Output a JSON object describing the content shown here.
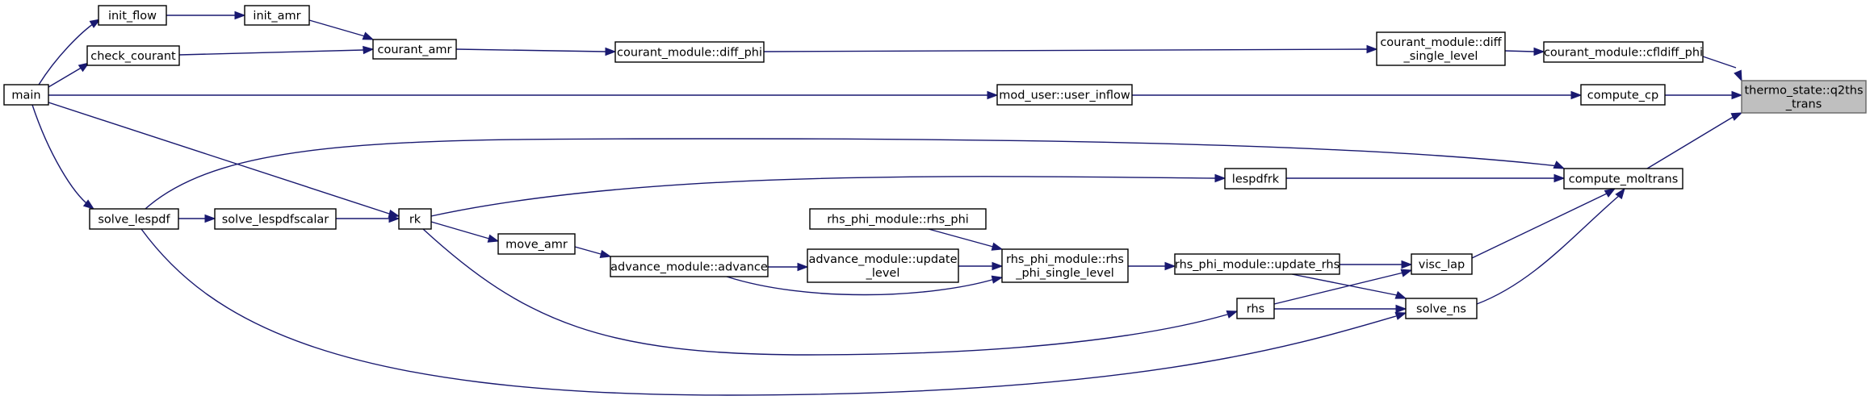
{
  "colors": {
    "edge": "#191970",
    "node_border": "#000000",
    "focus_fill": "#bfbfbf",
    "background": "#ffffff"
  },
  "nodes": {
    "q2ths_trans": [
      "thermo_state::q2ths",
      "_trans"
    ],
    "cfldiff_phi": [
      "courant_module::cfldiff_phi"
    ],
    "diff_single_level": [
      "courant_module::diff",
      "_single_level"
    ],
    "diff_phi": [
      "courant_module::diff_phi"
    ],
    "courant_amr": [
      "courant_amr"
    ],
    "init_amr": [
      "init_amr"
    ],
    "init_flow": [
      "init_flow"
    ],
    "check_courant": [
      "check_courant"
    ],
    "main": [
      "main"
    ],
    "compute_cp": [
      "compute_cp"
    ],
    "user_inflow": [
      "mod_user::user_inflow"
    ],
    "compute_moltrans": [
      "compute_moltrans"
    ],
    "lespdfrk": [
      "lespdfrk"
    ],
    "rk": [
      "rk"
    ],
    "solve_lespdfscalar": [
      "solve_lespdfscalar"
    ],
    "solve_lespdf": [
      "solve_lespdf"
    ],
    "visc_lap": [
      "visc_lap"
    ],
    "solve_ns": [
      "solve_ns"
    ],
    "rhs": [
      "rhs"
    ],
    "update_rhs": [
      "rhs_phi_module::update_rhs"
    ],
    "rhs_phi_single_level": [
      "rhs_phi_module::rhs",
      "_phi_single_level"
    ],
    "rhs_phi": [
      "rhs_phi_module::rhs_phi"
    ],
    "update_level": [
      "advance_module::update",
      "_level"
    ],
    "advance": [
      "advance_module::advance"
    ],
    "move_amr": [
      "move_amr"
    ]
  }
}
